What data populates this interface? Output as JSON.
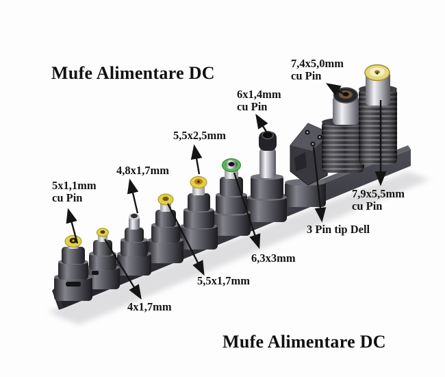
{
  "titles": {
    "top": "Mufe Alimentare DC",
    "bottom": "Mufe Alimentare DC"
  },
  "labels": {
    "l_74x50": {
      "line1": "7,4x5,0mm",
      "line2": "cu Pin"
    },
    "l_6x14": {
      "line1": "6x1,4mm",
      "line2": "cu Pin"
    },
    "l_55x25": {
      "line1": "5,5x2,5mm",
      "line2": ""
    },
    "l_48x17": {
      "line1": "4,8x1,7mm",
      "line2": ""
    },
    "l_5x11": {
      "line1": "5x1,1mm",
      "line2": "cu Pin"
    },
    "l_79x55": {
      "line1": "7,9x5,5mm",
      "line2": "cu Pin"
    },
    "l_dell": {
      "line1": "3 Pin tip Dell",
      "line2": ""
    },
    "l_63x3": {
      "line1": "6,3x3mm",
      "line2": ""
    },
    "l_55x17": {
      "line1": "5,5x1,7mm",
      "line2": ""
    },
    "l_4x17": {
      "line1": "4x1,7mm",
      "line2": ""
    }
  },
  "connectors": [
    {
      "name": "5x1,1mm cu Pin",
      "tip_color": "#e3cf45"
    },
    {
      "name": "4x1,7mm",
      "tip_color": "#e3cf45"
    },
    {
      "name": "4,8x1,7mm",
      "tip_color": "#caccd0"
    },
    {
      "name": "5,5x1,7mm",
      "tip_color": "#e3cf45"
    },
    {
      "name": "5,5x2,5mm",
      "tip_color": "#e3cf45"
    },
    {
      "name": "6,3x3mm",
      "tip_color": "#55b955"
    },
    {
      "name": "6x1,4mm cu Pin",
      "tip_color": "#242428"
    },
    {
      "name": "3 Pin tip Dell",
      "tip_color": "#38383e"
    },
    {
      "name": "7,4x5,0mm cu Pin",
      "tip_color": "#6e5638"
    },
    {
      "name": "7,9x5,5mm cu Pin",
      "tip_color": "#e6d87e"
    }
  ],
  "colors": {
    "background": "#fdfdfd",
    "text": "#141414",
    "arrow": "#141414",
    "rail": "#3a3a40",
    "silver": "#c9c9d1",
    "green_ring": "#55b955",
    "brass_ring": "#e6d87e"
  }
}
